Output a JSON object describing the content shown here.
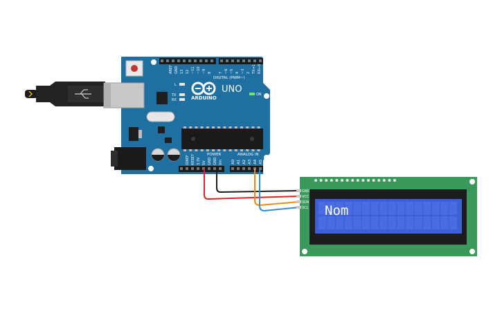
{
  "board": {
    "brand": "ARDUINO",
    "model": "UNO",
    "digital_header": "DIGITAL (PWM~)",
    "digital_pins": [
      "AREF",
      "GND",
      "13",
      "12",
      "~11",
      "~10",
      "~9",
      "8",
      "7",
      "~6",
      "~5",
      "4",
      "~3",
      "2",
      "TX➞1",
      "RX←0"
    ],
    "led_l": "L",
    "led_tx": "TX",
    "led_rx": "RX",
    "led_on": "ON",
    "power_header": "POWER",
    "power_pins": [
      "IOREF",
      "RESET",
      "3.3V",
      "5V",
      "GND",
      "GND",
      "Vin"
    ],
    "analog_header": "ANALOG IN",
    "analog_pins": [
      "A0",
      "A1",
      "A2",
      "A3",
      "A4",
      "A5"
    ]
  },
  "lcd": {
    "pins": [
      "GND",
      "VCC",
      "SDA",
      "SCL"
    ],
    "text": "Nom"
  },
  "colors": {
    "board": "#1f6fa0",
    "pcb": "#3a9a5b",
    "lcd_screen": "#3f5fd4",
    "wire_gnd": "#1a1a1a",
    "wire_vcc": "#e02020",
    "wire_sda": "#f08a10",
    "wire_scl": "#2a8fd0"
  }
}
